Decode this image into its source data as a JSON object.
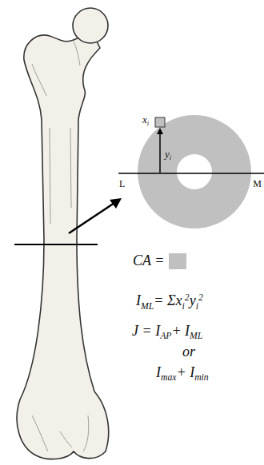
{
  "diagram": {
    "labels": [
      "x",
      "i",
      "y",
      "i",
      "L",
      "M",
      "CA =",
      "I",
      "ML",
      "= Σx",
      "i",
      "2",
      "y",
      "i",
      "2",
      "J = I",
      "AP",
      "+ I",
      "ML",
      "or",
      "I",
      "max",
      "+ I",
      "min"
    ]
  }
}
